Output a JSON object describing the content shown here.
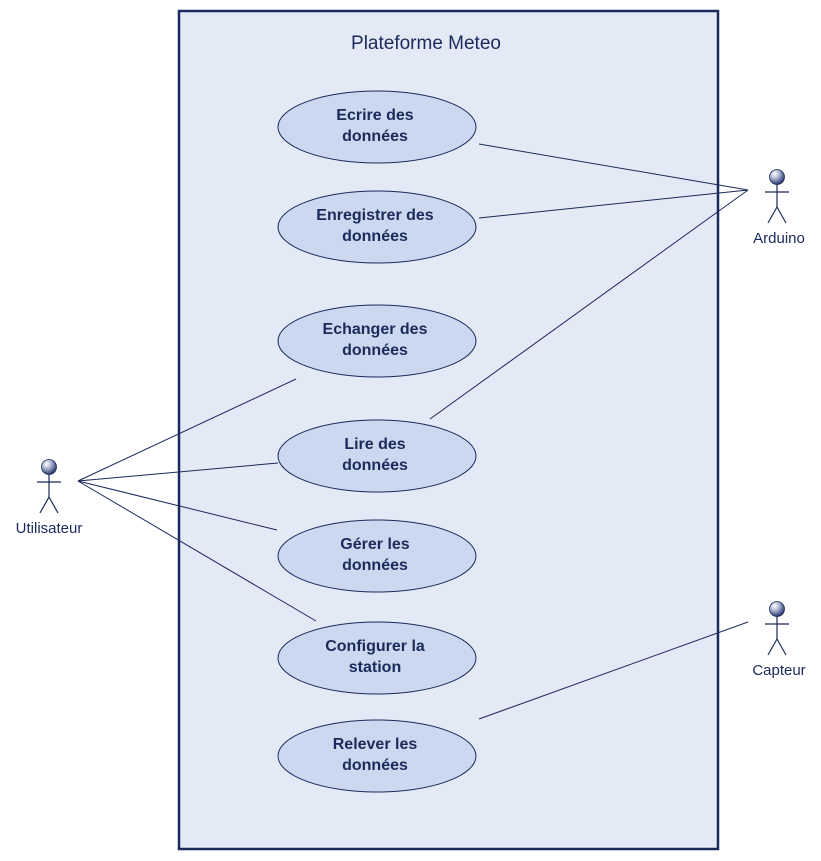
{
  "system": {
    "title": "Plateforme Meteo"
  },
  "use_cases": [
    {
      "id": "ecrire",
      "lines": [
        "Ecrire des",
        "données"
      ]
    },
    {
      "id": "enregistrer",
      "lines": [
        "Enregistrer des",
        "données"
      ]
    },
    {
      "id": "echanger",
      "lines": [
        "Echanger des",
        "données"
      ]
    },
    {
      "id": "lire",
      "lines": [
        "Lire des",
        "données"
      ]
    },
    {
      "id": "gerer",
      "lines": [
        "Gérer les",
        "données"
      ]
    },
    {
      "id": "configurer",
      "lines": [
        "Configurer la",
        "station"
      ]
    },
    {
      "id": "relever",
      "lines": [
        "Relever les",
        "données"
      ]
    }
  ],
  "actors": [
    {
      "id": "utilisateur",
      "label": "Utilisateur"
    },
    {
      "id": "arduino",
      "label": "Arduino"
    },
    {
      "id": "capteur",
      "label": "Capteur"
    }
  ],
  "associations": [
    {
      "actor": "arduino",
      "use_case": "ecrire"
    },
    {
      "actor": "arduino",
      "use_case": "enregistrer"
    },
    {
      "actor": "arduino",
      "use_case": "lire"
    },
    {
      "actor": "utilisateur",
      "use_case": "echanger"
    },
    {
      "actor": "utilisateur",
      "use_case": "lire"
    },
    {
      "actor": "utilisateur",
      "use_case": "gerer"
    },
    {
      "actor": "utilisateur",
      "use_case": "configurer"
    },
    {
      "actor": "capteur",
      "use_case": "relever"
    }
  ],
  "colors": {
    "system_fill": "#e4e9f6",
    "system_border": "#1a2a5a",
    "use_case_fill": "#ccd8ef",
    "use_case_border": "#1a2a5a",
    "line": "#1a2a5a",
    "text": "#1a2a5a"
  }
}
